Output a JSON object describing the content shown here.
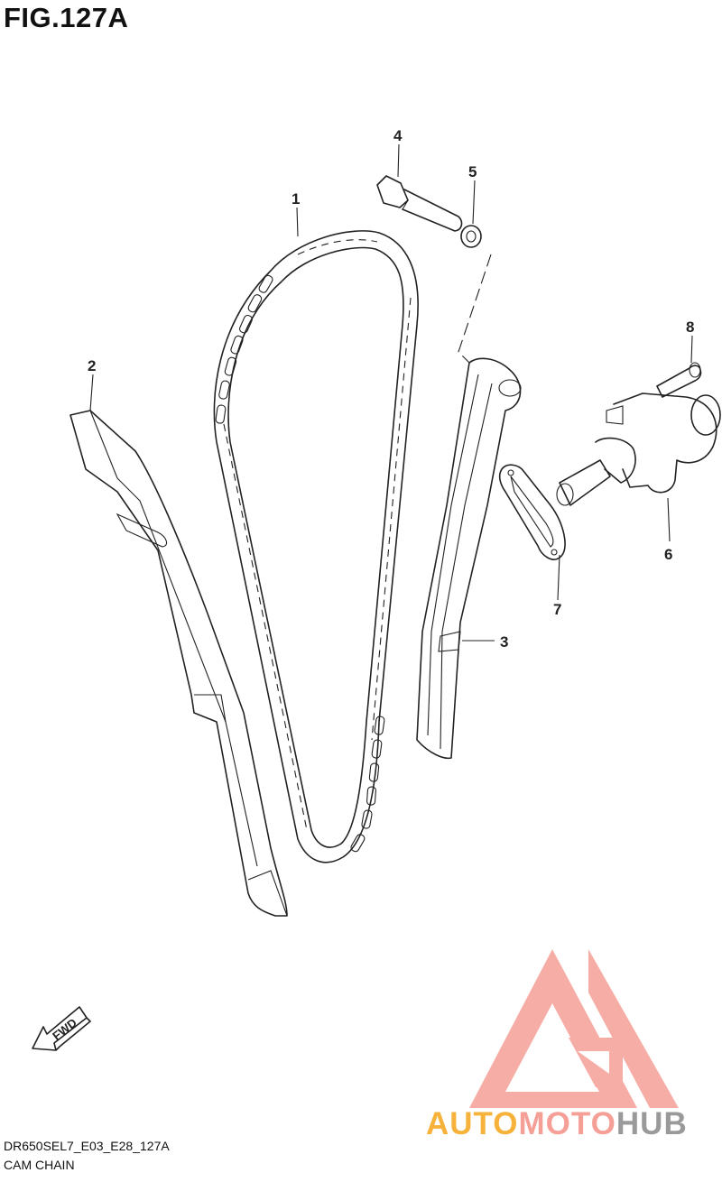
{
  "figure": {
    "title": "FIG.127A"
  },
  "callouts": [
    {
      "num": "1",
      "part": "cam-chain"
    },
    {
      "num": "2",
      "part": "chain-guide"
    },
    {
      "num": "3",
      "part": "tensioner-guide"
    },
    {
      "num": "4",
      "part": "guide-bolt"
    },
    {
      "num": "5",
      "part": "washer"
    },
    {
      "num": "6",
      "part": "chain-tensioner"
    },
    {
      "num": "7",
      "part": "gasket"
    },
    {
      "num": "8",
      "part": "tensioner-bolt"
    }
  ],
  "direction_badge": {
    "label": "FWD"
  },
  "footer": {
    "code": "DR650SEL7_E03_E28_127A",
    "name": "CAM CHAIN"
  },
  "watermark": {
    "part1": "AUTO",
    "part2": "MOTO",
    "part3": "HUB",
    "colors": [
      "#f6b23a",
      "#f59f97",
      "#9a9a9a"
    ]
  }
}
